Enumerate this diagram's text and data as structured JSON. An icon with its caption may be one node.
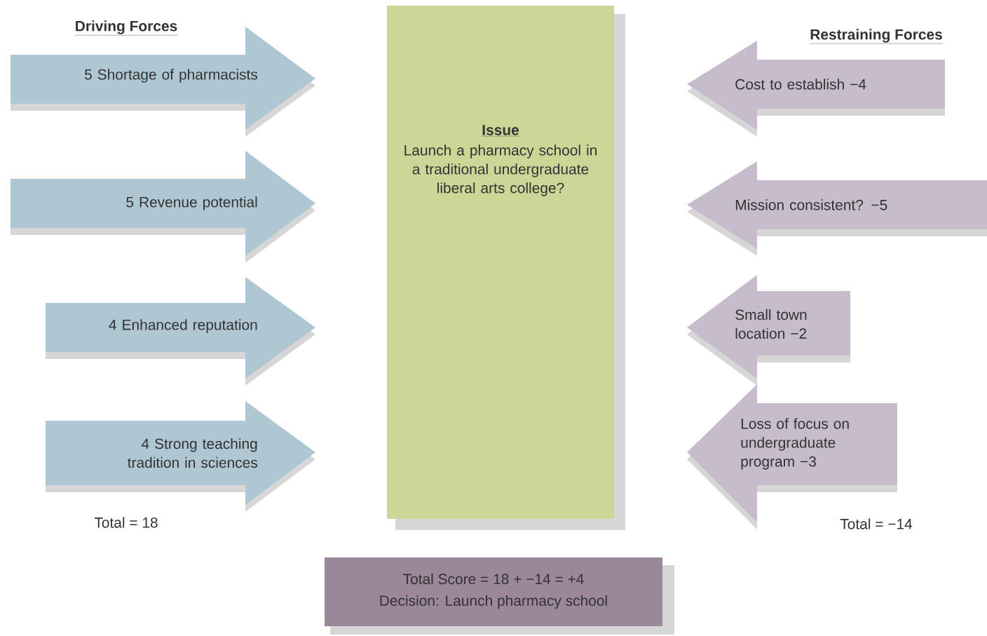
{
  "diagram": {
    "nodes": [
      {
        "text": [
          "5 Shortage of pharmacists"
        ]
      },
      {
        "text": [
          "5 Revenue potential"
        ]
      },
      {
        "text": [
          "4 Enhanced reputation"
        ]
      },
      {
        "text": [
          "4 Strong teaching tradition in sciences"
        ]
      },
      {
        "text": [
          "Cost to establish −4"
        ]
      },
      {
        "text": [
          "Mission consistent? −5"
        ]
      },
      {
        "text": [
          "Small town location −2"
        ]
      },
      {
        "text": [
          "Loss of focus on undergraduate program −3"
        ]
      },
      {
        "text": [
          "Issue",
          "Launch a pharmacy school in a traditional undergraduate liberal arts college?"
        ]
      },
      {
        "text": [
          "Total Score = 18 + −14 = +4",
          "Decision: Launch pharmacy school"
        ]
      }
    ],
    "labels": [
      "Driving Forces",
      "Restraining Forces",
      "Total = 18",
      "Total = −14"
    ]
  }
}
